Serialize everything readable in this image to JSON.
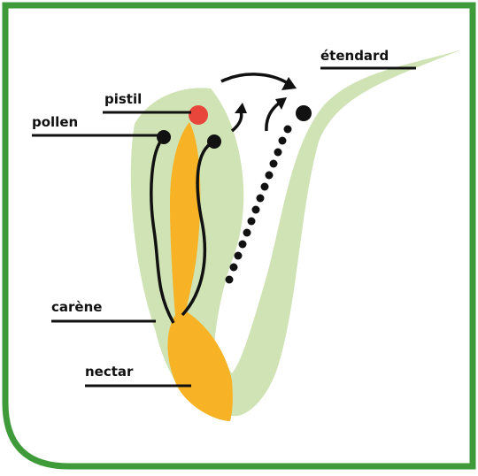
{
  "labels": {
    "pistil": "pistil",
    "pollen": "pollen",
    "carene": "carène",
    "nectar": "nectar",
    "etendard": "étendard"
  },
  "colors": {
    "frame": "#3f9a3a",
    "petal": "#cfe3b4",
    "nectar": "#f7b325",
    "pistil_tip": "#e8463a",
    "ink": "#111111"
  }
}
